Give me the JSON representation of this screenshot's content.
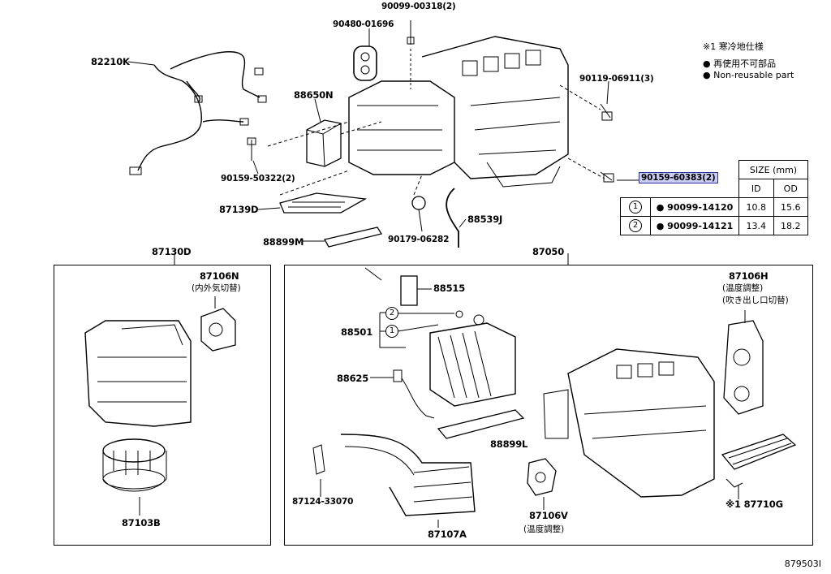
{
  "legend": {
    "note_cold": "※1 寒冷地仕様",
    "reuse_jp": "● 再使用不可部品",
    "reuse_en": "● Non-reusable part"
  },
  "size_table": {
    "header": "SIZE (mm)",
    "col_id": "ID",
    "col_od": "OD",
    "rows": [
      {
        "no": "1",
        "part": "● 90099-14120",
        "id": "10.8",
        "od": "15.6"
      },
      {
        "no": "2",
        "part": "● 90099-14121",
        "id": "13.4",
        "od": "18.2"
      }
    ]
  },
  "top_parts": {
    "p90099_00318": "90099-00318(2)",
    "p90480_01696": "90480-01696",
    "p82210K": "82210K",
    "p88650N": "88650N",
    "p90119_06911": "90119-06911(3)",
    "p90159_50322": "90159-50322(2)",
    "p90159_60383": "90159-60383(2)",
    "p87139D": "87139D",
    "p88539J": "88539J",
    "p88899M": "88899M",
    "p90179_06282": "90179-06282"
  },
  "left_box": {
    "title": "87130D",
    "p87106N": "87106N",
    "p87106N_sub": "(内外気切替)",
    "p87103B": "87103B"
  },
  "right_box": {
    "title": "87050",
    "p88515": "88515",
    "p88501": "88501",
    "circle1": "1",
    "circle2": "2",
    "p88625": "88625",
    "p88899L": "88899L",
    "p87124_33070": "87124-33070",
    "p87107A": "87107A",
    "p87106V": "87106V",
    "p87106V_sub": "(温度調整)",
    "p87106H": "87106H",
    "p87106H_sub1": "(温度調整)",
    "p87106H_sub2": "(吹き出し口切替)",
    "p87710G": "※1 87710G"
  },
  "catalog_no": "879503I"
}
